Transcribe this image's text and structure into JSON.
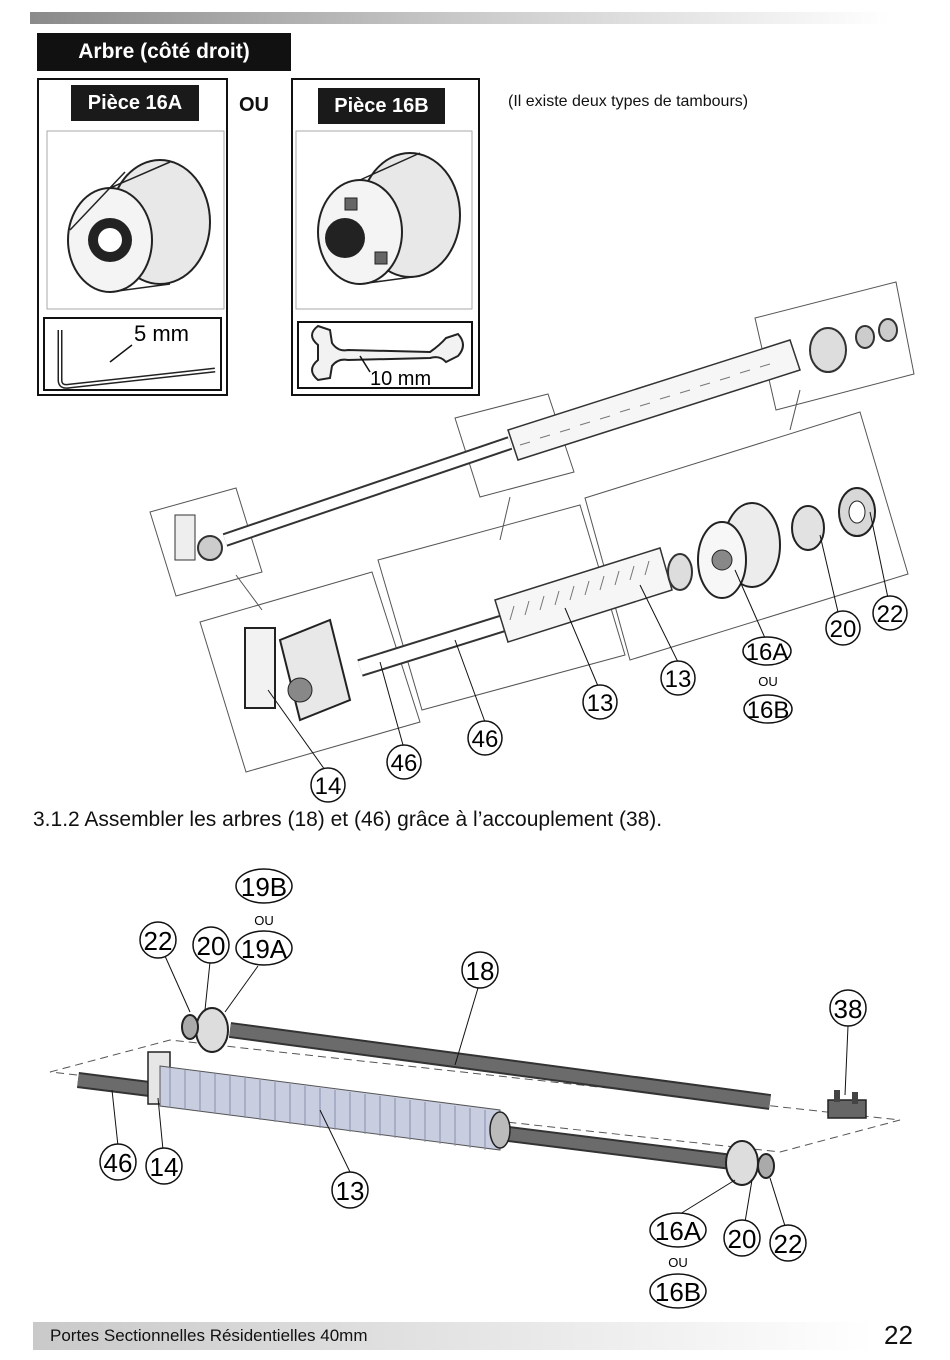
{
  "header": {
    "section_title": "Arbre (côté droit)",
    "part_a": "Pièce 16A",
    "or": "OU",
    "part_b": "Pièce 16B",
    "note": "(Il existe deux types de tambours)",
    "tool_a": "5 mm",
    "tool_b": "10 mm"
  },
  "diagram1": {
    "callouts": [
      "22",
      "20",
      "16A",
      "16B",
      "13",
      "13",
      "46",
      "46",
      "14"
    ],
    "or_small": "OU"
  },
  "instruction": "3.1.2 Assembler les arbres (18) et (46) grâce à l’accouplement (38).",
  "diagram2": {
    "callouts": [
      "19B",
      "19A",
      "22",
      "20",
      "18",
      "38",
      "46",
      "14",
      "13",
      "16A",
      "16B",
      "20",
      "22"
    ],
    "or_small": "OU"
  },
  "footer": {
    "text": "Portes Sectionnelles Résidentielles 40mm",
    "page": "22"
  },
  "colors": {
    "accent": "#111111",
    "shaft": "#666666",
    "spring": "#c8cde0"
  }
}
